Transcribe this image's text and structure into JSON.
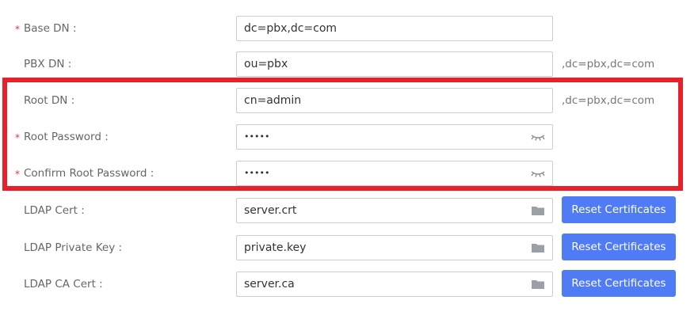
{
  "fields": [
    {
      "label": "Base DN",
      "required": true,
      "value": "dc=pbx,dc=com"
    },
    {
      "label": "PBX DN",
      "required": false,
      "value": "ou=pbx",
      "suffix": ",dc=pbx,dc=com"
    },
    {
      "label": "Root DN",
      "required": false,
      "value": "cn=admin",
      "suffix": ",dc=pbx,dc=com"
    },
    {
      "label": "Root Password",
      "required": true,
      "value": "•••••"
    },
    {
      "label": "Confirm Root Password",
      "required": true,
      "value": "•••••"
    },
    {
      "label": "LDAP Cert",
      "required": false,
      "value": "server.crt",
      "button": "Reset Certificates"
    },
    {
      "label": "LDAP Private Key",
      "required": false,
      "value": "private.key",
      "button": "Reset Certificates"
    },
    {
      "label": "LDAP CA Cert",
      "required": false,
      "value": "server.ca",
      "button": "Reset Certificates"
    }
  ],
  "label_separator": ":",
  "required_mark": "*",
  "colors": {
    "highlight": "#e8202a",
    "button": "#4f7cf4",
    "required": "#d9363e"
  }
}
